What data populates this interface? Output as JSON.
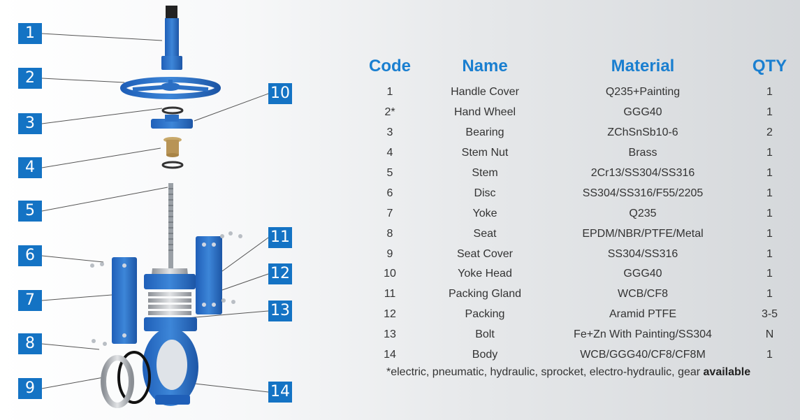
{
  "callouts": [
    "1",
    "2",
    "3",
    "4",
    "5",
    "6",
    "7",
    "8",
    "9",
    "10",
    "11",
    "12",
    "13",
    "14"
  ],
  "table": {
    "headers": {
      "code": "Code",
      "name": "Name",
      "material": "Material",
      "qty": "QTY"
    },
    "rows": [
      {
        "code": "1",
        "name": "Handle Cover",
        "material": "Q235+Painting",
        "qty": "1"
      },
      {
        "code": "2*",
        "name": "Hand Wheel",
        "material": "GGG40",
        "qty": "1"
      },
      {
        "code": "3",
        "name": "Bearing",
        "material": "ZChSnSb10-6",
        "qty": "2"
      },
      {
        "code": "4",
        "name": "Stem Nut",
        "material": "Brass",
        "qty": "1"
      },
      {
        "code": "5",
        "name": "Stem",
        "material": "2Cr13/SS304/SS316",
        "qty": "1"
      },
      {
        "code": "6",
        "name": "Disc",
        "material": "SS304/SS316/F55/2205",
        "qty": "1"
      },
      {
        "code": "7",
        "name": "Yoke",
        "material": "Q235",
        "qty": "1"
      },
      {
        "code": "8",
        "name": "Seat",
        "material": "EPDM/NBR/PTFE/Metal",
        "qty": "1"
      },
      {
        "code": "9",
        "name": "Seat Cover",
        "material": "SS304/SS316",
        "qty": "1"
      },
      {
        "code": "10",
        "name": "Yoke Head",
        "material": "GGG40",
        "qty": "1"
      },
      {
        "code": "11",
        "name": "Packing Gland",
        "material": "WCB/CF8",
        "qty": "1"
      },
      {
        "code": "12",
        "name": "Packing",
        "material": "Aramid PTFE",
        "qty": "3-5"
      },
      {
        "code": "13",
        "name": "Bolt",
        "material": "Fe+Zn With Painting/SS304",
        "qty": "N"
      },
      {
        "code": "14",
        "name": "Body",
        "material": "WCB/GGG40/CF8/CF8M",
        "qty": "1"
      }
    ]
  },
  "footnote": {
    "text": "*electric, pneumatic, hydraulic, sprocket, electro-hydraulic, gear ",
    "bold": "available"
  },
  "colors": {
    "accent": "#1473c4",
    "header": "#1a7fd0",
    "part_blue": "#2f72c8"
  }
}
